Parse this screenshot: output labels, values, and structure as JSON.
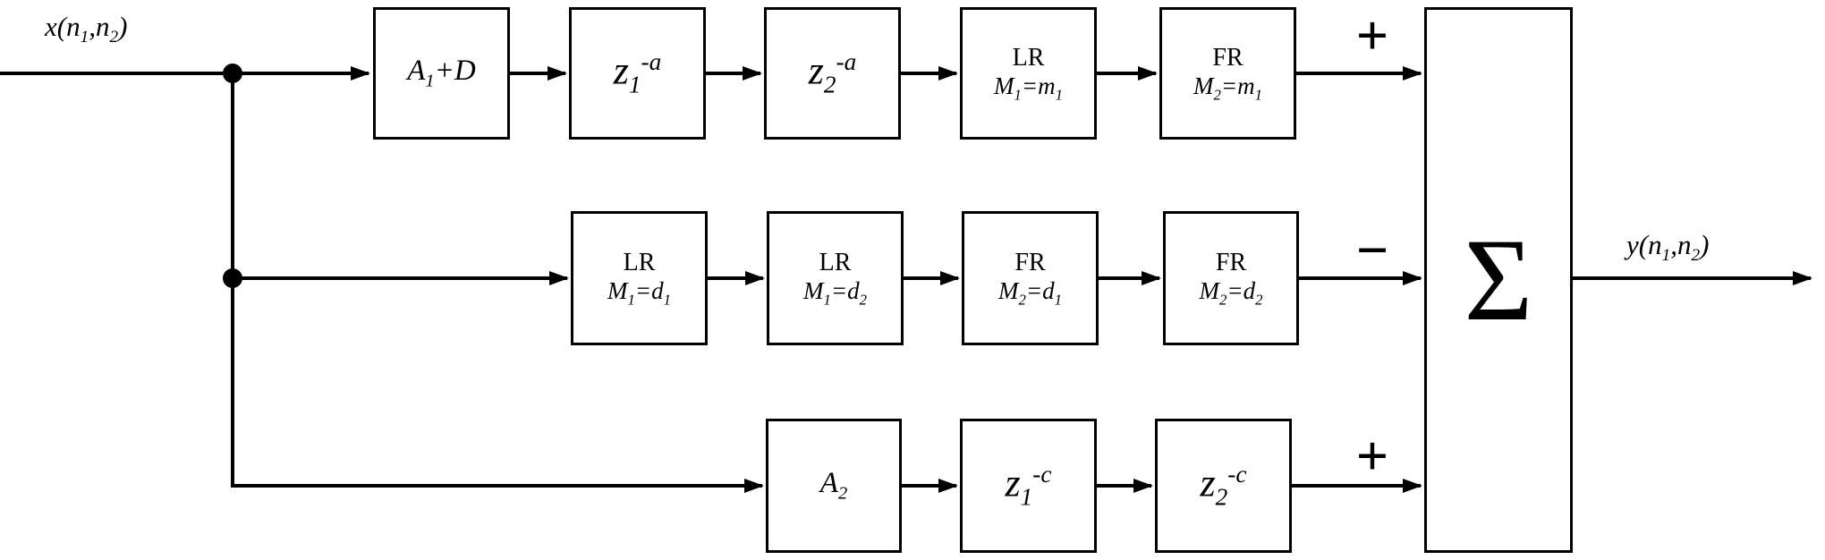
{
  "diagram": {
    "background": "#ffffff",
    "line_color": "#000000",
    "input_label": [
      {
        "t": "n",
        "v": "x(n"
      },
      {
        "t": "sub",
        "v": "1"
      },
      {
        "t": "n",
        "v": ",n"
      },
      {
        "t": "sub",
        "v": "2"
      },
      {
        "t": "n",
        "v": ")"
      }
    ],
    "output_label": [
      {
        "t": "n",
        "v": "y(n"
      },
      {
        "t": "sub",
        "v": "1"
      },
      {
        "t": "n",
        "v": ",n"
      },
      {
        "t": "sub",
        "v": "2"
      },
      {
        "t": "n",
        "v": ")"
      }
    ],
    "sum_label": "Σ",
    "signs": {
      "row1": "+",
      "row2": "−",
      "row3": "+"
    },
    "rows": [
      {
        "name": "top-branch",
        "blocks": [
          {
            "math": [
              {
                "t": "n",
                "v": "A"
              },
              {
                "t": "sub",
                "v": "1"
              },
              {
                "t": "n",
                "v": "+D"
              }
            ]
          },
          {
            "math": [
              {
                "t": "n",
                "v": "z"
              },
              {
                "t": "sub",
                "v": "1"
              },
              {
                "t": "sup",
                "v": "-a"
              }
            ]
          },
          {
            "math": [
              {
                "t": "n",
                "v": "z"
              },
              {
                "t": "sub",
                "v": "2"
              },
              {
                "t": "sup",
                "v": "-a"
              }
            ]
          },
          {
            "title": "LR",
            "math": [
              {
                "t": "n",
                "v": "M"
              },
              {
                "t": "sub",
                "v": "1"
              },
              {
                "t": "n",
                "v": "=m"
              },
              {
                "t": "sub",
                "v": "1"
              }
            ]
          },
          {
            "title": "FR",
            "math": [
              {
                "t": "n",
                "v": "M"
              },
              {
                "t": "sub",
                "v": "2"
              },
              {
                "t": "n",
                "v": "=m"
              },
              {
                "t": "sub",
                "v": "1"
              }
            ]
          }
        ]
      },
      {
        "name": "middle-branch",
        "blocks": [
          {
            "title": "LR",
            "math": [
              {
                "t": "n",
                "v": "M"
              },
              {
                "t": "sub",
                "v": "1"
              },
              {
                "t": "n",
                "v": "=d"
              },
              {
                "t": "sub",
                "v": "1"
              }
            ]
          },
          {
            "title": "LR",
            "math": [
              {
                "t": "n",
                "v": "M"
              },
              {
                "t": "sub",
                "v": "1"
              },
              {
                "t": "n",
                "v": "=d"
              },
              {
                "t": "sub",
                "v": "2"
              }
            ]
          },
          {
            "title": "FR",
            "math": [
              {
                "t": "n",
                "v": "M"
              },
              {
                "t": "sub",
                "v": "2"
              },
              {
                "t": "n",
                "v": "=d"
              },
              {
                "t": "sub",
                "v": "1"
              }
            ]
          },
          {
            "title": "FR",
            "math": [
              {
                "t": "n",
                "v": "M"
              },
              {
                "t": "sub",
                "v": "2"
              },
              {
                "t": "n",
                "v": "=d"
              },
              {
                "t": "sub",
                "v": "2"
              }
            ]
          }
        ]
      },
      {
        "name": "bottom-branch",
        "blocks": [
          {
            "math": [
              {
                "t": "n",
                "v": "A"
              },
              {
                "t": "sub",
                "v": "2"
              }
            ]
          },
          {
            "math": [
              {
                "t": "n",
                "v": "z"
              },
              {
                "t": "sub",
                "v": "1"
              },
              {
                "t": "sup",
                "v": "-c"
              }
            ]
          },
          {
            "math": [
              {
                "t": "n",
                "v": "z"
              },
              {
                "t": "sub",
                "v": "2"
              },
              {
                "t": "sup",
                "v": "-c"
              }
            ]
          }
        ]
      }
    ]
  }
}
